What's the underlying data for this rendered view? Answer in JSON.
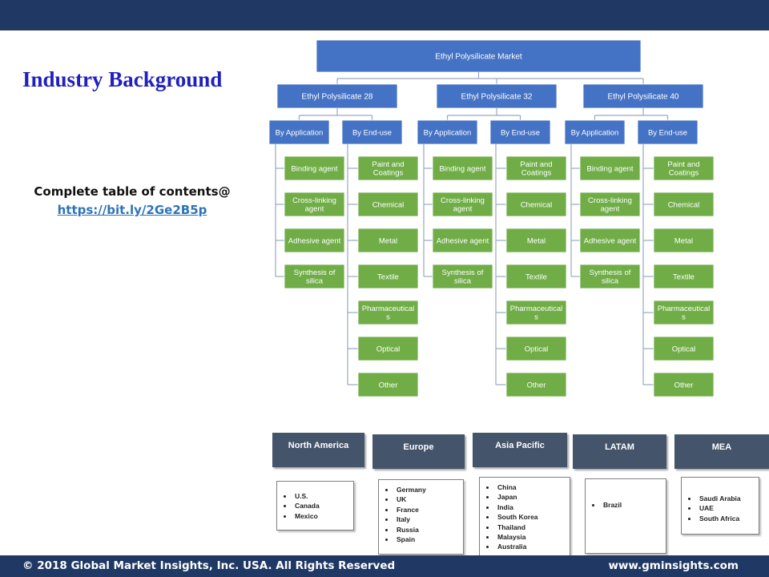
{
  "header": {
    "title": "Industry Background"
  },
  "toc": {
    "label": "Complete table of contents@",
    "link": "https://bit.ly/2Ge2B5p"
  },
  "footer": {
    "copyright": "© 2018 Global Market Insights, Inc. USA. All Rights Reserved",
    "website": "www.gminsights.com"
  },
  "colors": {
    "navy": "#1f3864",
    "blue_box": "#4472c4",
    "green_box": "#70ad47",
    "region_header": "#44546a"
  },
  "tree": {
    "root": "Ethyl Polysilicate Market",
    "products": [
      {
        "label": "Ethyl Polysilicate 28",
        "app_label": "By Application",
        "enduse_label": "By End-use",
        "applications": [
          "Binding agent",
          "Cross-linking agent",
          "Adhesive agent",
          "Synthesis of silica"
        ],
        "enduses": [
          "Paint and Coatings",
          "Chemical",
          "Metal",
          "Textile",
          "Pharmaceuticals",
          "Optical",
          "Other"
        ]
      },
      {
        "label": "Ethyl Polysilicate 32",
        "app_label": "By Application",
        "enduse_label": "By End-use",
        "applications": [
          "Binding agent",
          "Cross-linking agent",
          "Adhesive agent",
          "Synthesis of silica"
        ],
        "enduses": [
          "Paint and Coatings",
          "Chemical",
          "Metal",
          "Textile",
          "Pharmaceuticals",
          "Optical",
          "Other"
        ]
      },
      {
        "label": "Ethyl Polysilicate  40",
        "app_label": "By Application",
        "enduse_label": "By End-use",
        "applications": [
          "Binding agent",
          "Cross-linking agent",
          "Adhesive agent",
          "Synthesis of silica"
        ],
        "enduses": [
          "Paint and Coatings",
          "Chemical",
          "Metal",
          "Textile",
          "Pharmaceuticals",
          "Optical",
          "Other"
        ]
      }
    ]
  },
  "regions": [
    {
      "name": "North America",
      "countries": [
        "U.S.",
        "Canada",
        "Mexico"
      ]
    },
    {
      "name": "Europe",
      "countries": [
        "Germany",
        "UK",
        "France",
        "Italy",
        "Russia",
        "Spain"
      ]
    },
    {
      "name": "Asia Pacific",
      "countries": [
        "China",
        "Japan",
        "India",
        "South Korea",
        "Thailand",
        "Malaysia",
        "Australia"
      ]
    },
    {
      "name": "LATAM",
      "countries": [
        "Brazil"
      ]
    },
    {
      "name": "MEA",
      "countries": [
        "Saudi Arabia",
        "UAE",
        "South Africa"
      ]
    }
  ]
}
